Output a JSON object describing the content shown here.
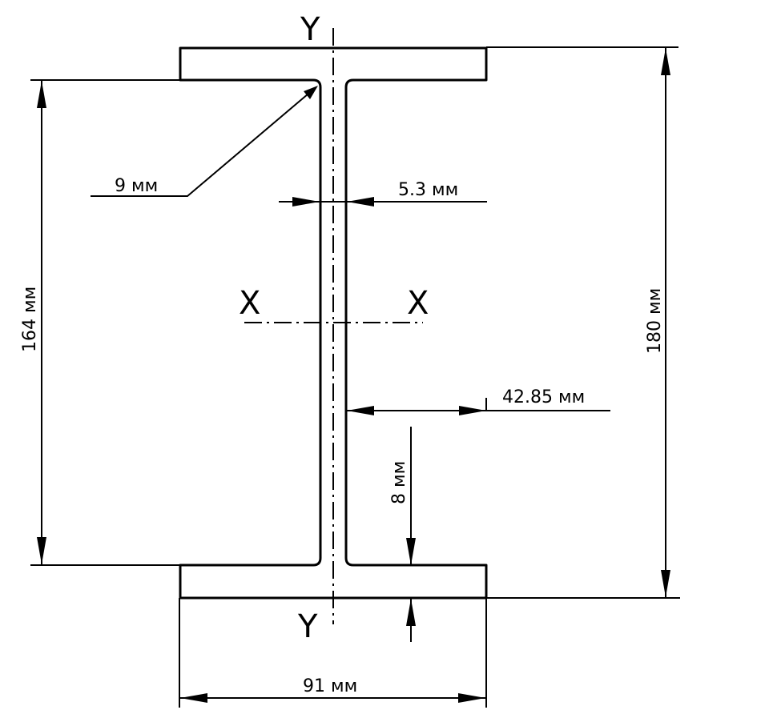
{
  "axes": {
    "y_top": "Y",
    "y_bottom": "Y",
    "x_left": "X",
    "x_right": "X"
  },
  "dimensions": {
    "fillet_radius": "9 мм",
    "web_thickness": "5.3 мм",
    "flange_overhang": "42.85 мм",
    "flange_thickness": "8 мм",
    "inner_height": "164 мм",
    "total_height": "180 мм",
    "flange_width": "91 мм"
  }
}
